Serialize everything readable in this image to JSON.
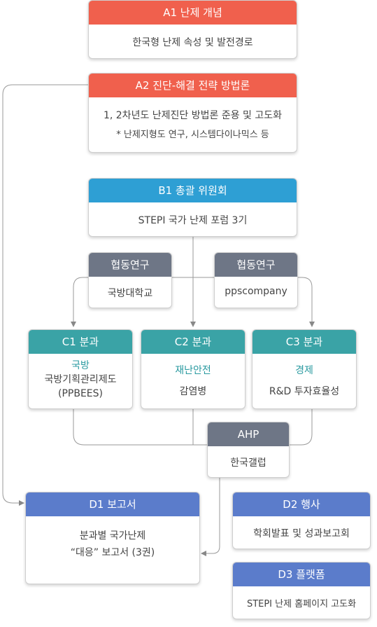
{
  "a1": {
    "title": "A1 난제 개념",
    "line1": "한국형 난제 속성 및 발전경로"
  },
  "a2": {
    "title": "A2 진단-해결 전략 방법론",
    "line1": "1, 2차년도 난제진단 방법론 준용 및 고도화",
    "line2": "* 난제지형도 연구, 시스템다이나믹스 등"
  },
  "b1": {
    "title": "B1 총괄 위원회",
    "line1": "STEPI 국가 난제 포럼 3기"
  },
  "coop_left": {
    "title": "협동연구",
    "line1": "국방대학교"
  },
  "coop_right": {
    "title": "협동연구",
    "line1": "ppscompany"
  },
  "c1": {
    "title": "C1 분과",
    "topic": "국방",
    "line1": "국방기획관리제도",
    "line2": "(PPBEES)"
  },
  "c2": {
    "title": "C2 분과",
    "topic": "재난안전",
    "line1": "감염병"
  },
  "c3": {
    "title": "C3 분과",
    "topic": "경제",
    "line1": "R&D 투자효율성"
  },
  "ahp": {
    "title": "AHP",
    "line1": "한국갤럽"
  },
  "d1": {
    "title": "D1 보고서",
    "line1": "분과별 국가난제",
    "line2": "“대응” 보고서 (3권)"
  },
  "d2": {
    "title": "D2 행사",
    "line1": "학회발표 및 성과보고회"
  },
  "d3": {
    "title": "D3 플랫폼",
    "line1": "STEPI 난제 홈페이지 고도화"
  },
  "colors": {
    "red": "#f0604d",
    "blue": "#2e9fd4",
    "gray": "#6e7686",
    "teal": "#3aa3a6",
    "indigo": "#5b7ccb"
  }
}
